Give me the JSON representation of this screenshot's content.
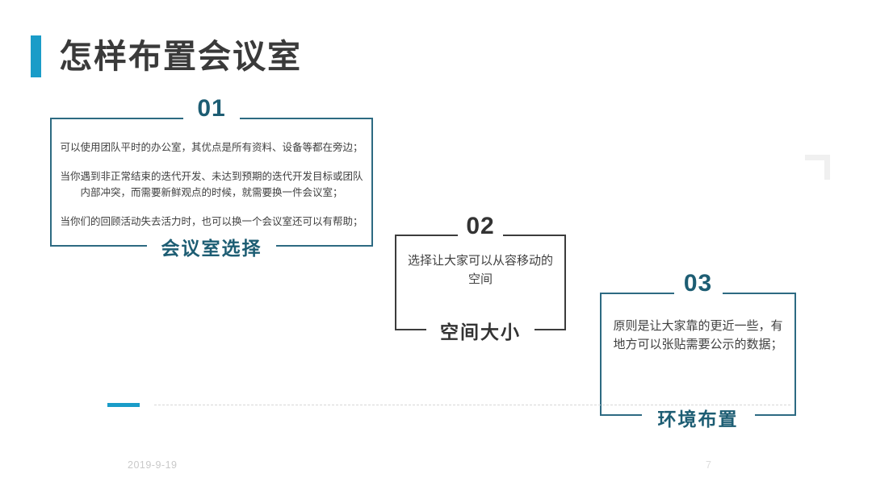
{
  "slide": {
    "title": "怎样布置会议室",
    "accent_color": "#1a9cc8",
    "teal_color": "#1d5d73",
    "dark_color": "#333333"
  },
  "steps": [
    {
      "number": "01",
      "label": "会议室选择",
      "body": [
        "可以使用团队平时的办公室，其优点是所有资料、设备等都在旁边；",
        "当你遇到非正常结束的迭代开发、未达到预期的迭代开发目标或团队内部冲突，而需要新鲜观点的时候，就需要换一件会议室；",
        "当你们的回顾活动失去活力时，也可以换一个会议室还可以有帮助；"
      ]
    },
    {
      "number": "02",
      "label": "空间大小",
      "body": [
        "选择让大家可以从容移动的空间"
      ]
    },
    {
      "number": "03",
      "label": "环境布置",
      "body": [
        "原则是让大家靠的更近一些，有地方可以张贴需要公示的数据；"
      ]
    }
  ],
  "footer": {
    "date": "2019-9-19",
    "page": "7"
  }
}
